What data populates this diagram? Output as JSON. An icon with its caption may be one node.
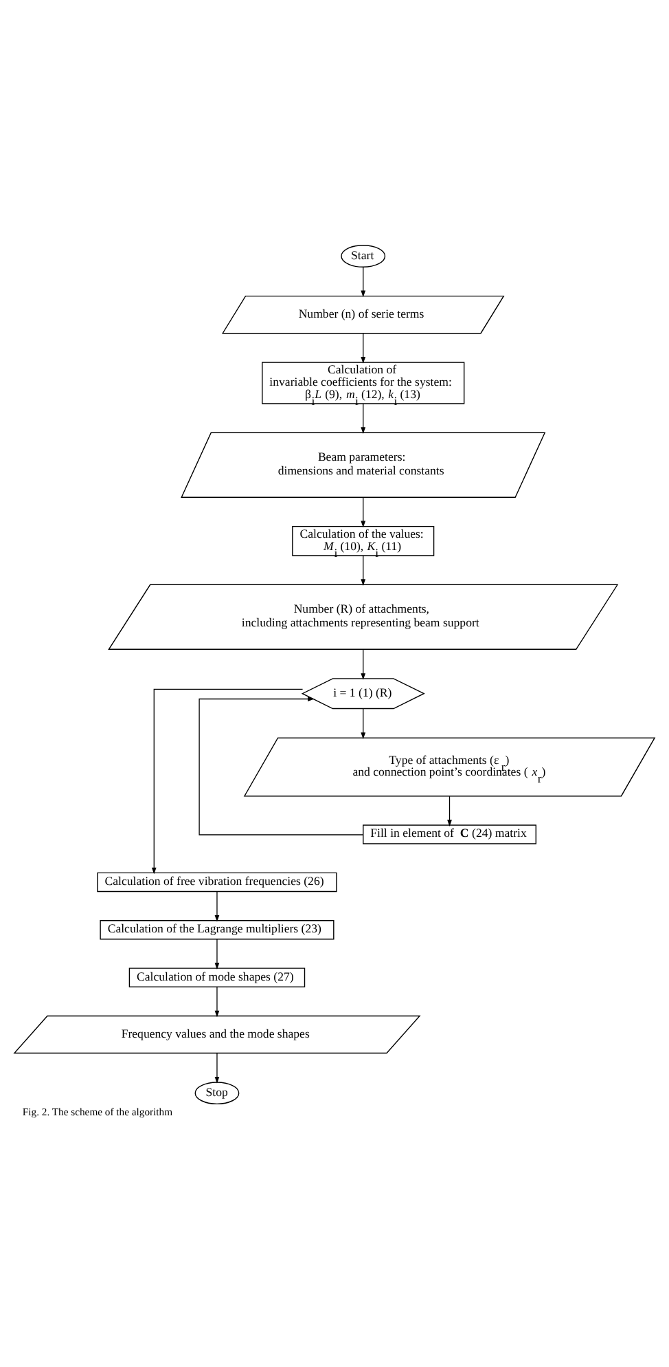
{
  "diagram": {
    "caption": "Fig. 2. The scheme of the algorithm",
    "nodes": [
      {
        "text": [
          "Start"
        ]
      },
      {
        "text": [
          "Number (n) of serie terms"
        ]
      },
      {
        "text": [
          "Calculation of invariable coefficients for the system:",
          "β$_{i}$*L* (9), *m*$_{i}$ (12), *k*$_{i}$ (13)"
        ]
      },
      {
        "text": [
          "Beam parameters: dimensions and material constants"
        ]
      },
      {
        "text": [
          "Calculation of the values:",
          "*M*$_{i}$ (10), *K*$_{i}$ (11)"
        ]
      },
      {
        "text": [
          "Number (R) of attachments, including attachments representing beam support"
        ]
      },
      {
        "text": [
          "i = 1 (1) (R)"
        ]
      },
      {
        "text": [
          "Type of attachments (ε$_{r}$) and connection point’s coordinates (*x*$_{r}$)"
        ]
      },
      {
        "text": [
          "Fill in element of **C** (24) matrix"
        ]
      },
      {
        "text": [
          "Calculation of free vibration frequencies (26)"
        ]
      },
      {
        "text": [
          "Calculation of the Lagrange multipliers (23)"
        ]
      },
      {
        "text": [
          "Calculation of mode shapes (27)"
        ]
      },
      {
        "text": [
          "Frequency values and the mode shapes"
        ]
      },
      {
        "text": [
          "Stop"
        ]
      }
    ],
    "edges": [
      {
        "from": 0,
        "to": 1,
        "arrow": "to"
      },
      {
        "from": 1,
        "to": 2,
        "arrow": "to"
      },
      {
        "from": 2,
        "to": 3,
        "arrow": "to"
      },
      {
        "from": 3,
        "to": 4,
        "arrow": "to"
      },
      {
        "from": 4,
        "to": 5,
        "arrow": "to"
      },
      {
        "from": 5,
        "to": 6,
        "arrow": "to"
      },
      {
        "from": 6,
        "to": 7,
        "arrow": "to"
      },
      {
        "from": 7,
        "to": 8,
        "arrow": "to"
      },
      {
        "from": 8,
        "to": 6,
        "arrow": "to"
      },
      {
        "from": 6,
        "to": 9,
        "arrow": "to"
      },
      {
        "from": 9,
        "to": 10,
        "arrow": "to"
      },
      {
        "from": 10,
        "to": 11,
        "arrow": "to"
      },
      {
        "from": 11,
        "to": 12,
        "arrow": "to"
      },
      {
        "from": 12,
        "to": 13,
        "arrow": "to"
      }
    ]
  }
}
